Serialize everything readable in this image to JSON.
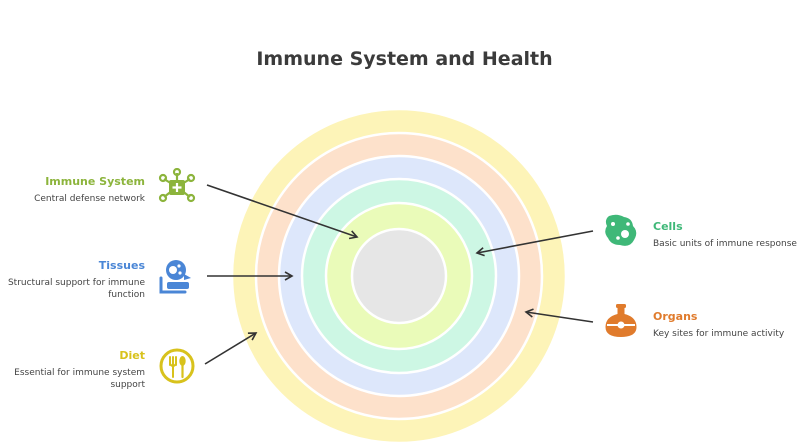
{
  "title": "Immune System and Health",
  "items": {
    "immune_system": {
      "label": "Immune System",
      "desc": "Central defense network",
      "color": "#8cb43c"
    },
    "tissues": {
      "label": "Tissues",
      "desc_1": "Structural support for immune",
      "desc_2": "function",
      "color": "#4a86d6"
    },
    "diet": {
      "label": "Diet",
      "desc_1": "Essential for immune system",
      "desc_2": "support",
      "color": "#d8c21c"
    },
    "cells": {
      "label": "Cells",
      "desc": "Basic units of immune response",
      "color": "#3fb878"
    },
    "organs": {
      "label": "Organs",
      "desc": "Key sites for immune activity",
      "color": "#e07b2c"
    }
  },
  "rings": [
    {
      "name": "diet-ring",
      "color": "#fdf4b8"
    },
    {
      "name": "organs-ring",
      "color": "#fde1cb"
    },
    {
      "name": "tissues-ring",
      "color": "#dde7fb"
    },
    {
      "name": "cells-ring",
      "color": "#cdf7e4"
    },
    {
      "name": "immune-system-ring",
      "color": "#eafbb9"
    },
    {
      "name": "core",
      "color": "#e6e6e6"
    }
  ]
}
